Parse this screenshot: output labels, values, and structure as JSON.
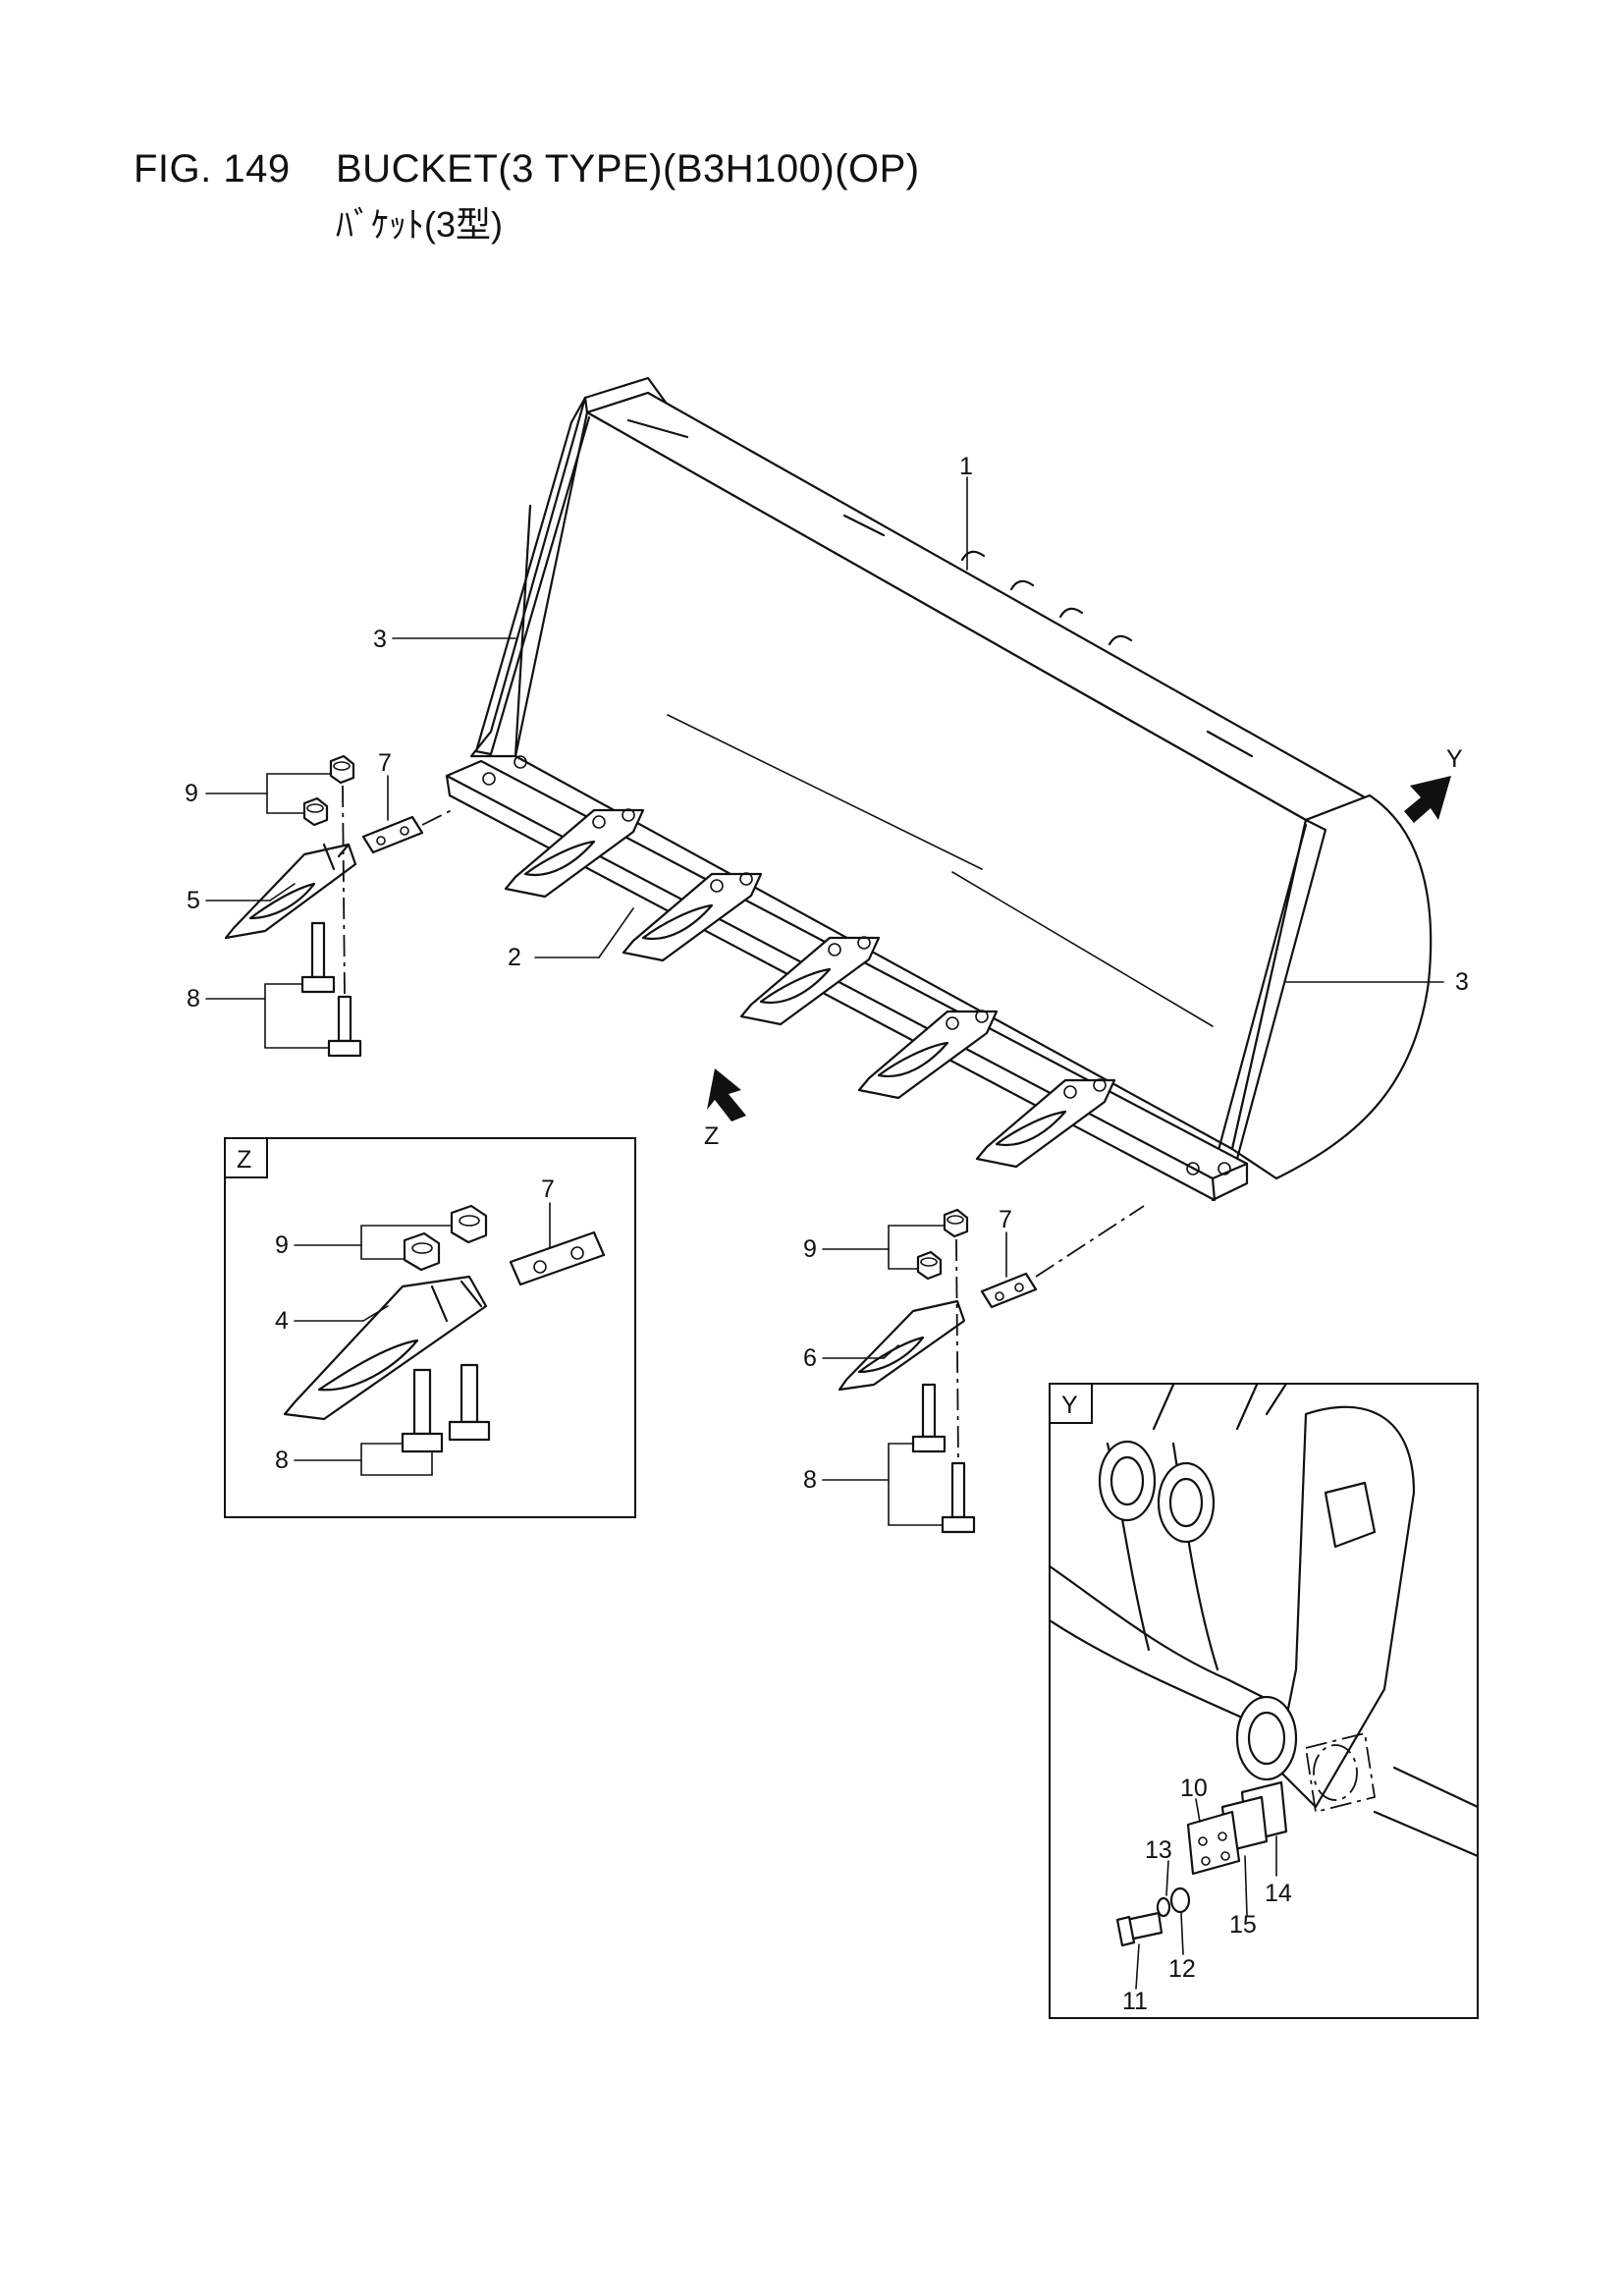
{
  "figure": {
    "number": "FIG. 149",
    "title": "BUCKET(3 TYPE)(B3H100)(OP)",
    "subtitle": "ﾊﾞｹｯﾄ(3型)"
  },
  "callouts": {
    "c1": "1",
    "c2": "2",
    "c3_left": "3",
    "c3_right": "3",
    "c4": "4",
    "c5": "5",
    "c6": "6",
    "c7_left": "7",
    "c7_z": "7",
    "c7_right": "7",
    "c8_left": "8",
    "c8_z": "8",
    "c8_right": "8",
    "c9_left": "9",
    "c9_z": "9",
    "c9_right": "9",
    "c10": "10",
    "c11": "11",
    "c12": "12",
    "c13": "13",
    "c14": "14",
    "c15": "15"
  },
  "views": {
    "z_arrow_label": "Z",
    "y_arrow_label": "Y",
    "z_box_label": "Z",
    "y_box_label": "Y"
  }
}
